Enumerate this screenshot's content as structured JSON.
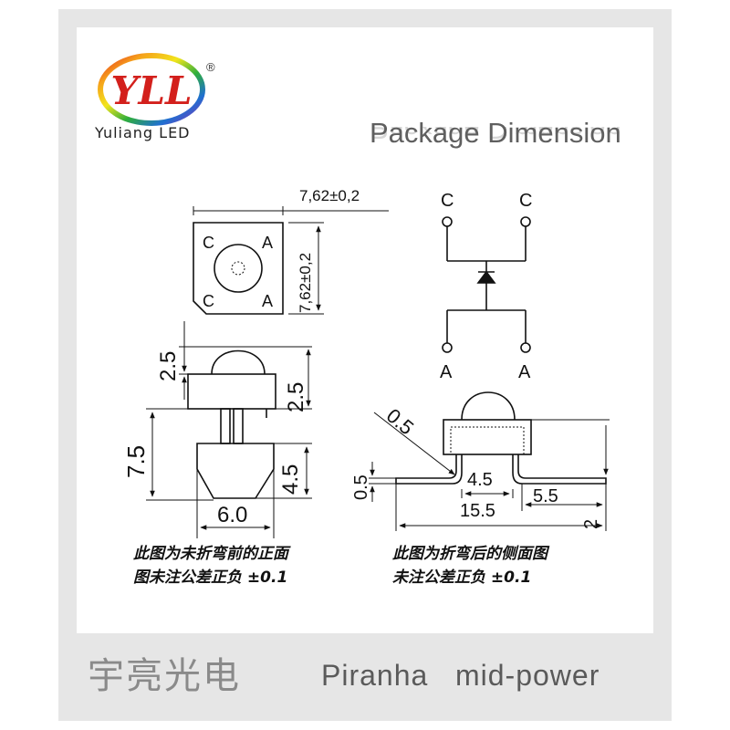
{
  "brand": {
    "logo_letters": "YLL",
    "registered_mark": "®",
    "name": "Yuliang LED",
    "colors": [
      "#e8241f",
      "#f5a21b",
      "#f2e51c",
      "#2fae3b",
      "#1f6fd1",
      "#8e2fb5"
    ]
  },
  "title": "Package Dimension",
  "front_view": {
    "dim_width": "7,62±0,2",
    "dim_height": "7,62±0,2",
    "pin_labels": [
      "C",
      "A",
      "C",
      "A"
    ],
    "dim_dome_height": "2.5",
    "dim_base_height": "2.5",
    "dim_overall": "7.5",
    "dim_leg": "4.5",
    "dim_leg_span": "6.0"
  },
  "schematic": {
    "top_labels": [
      "C",
      "C"
    ],
    "bottom_labels": [
      "A",
      "A"
    ]
  },
  "side_view": {
    "dim_angle": "0.5",
    "dim_thickness": "0.5",
    "dim_inner": "4.5",
    "dim_total": "15.5",
    "dim_foot": "5.5",
    "dim_right": "2"
  },
  "notes": {
    "left": [
      "此图为未折弯前的正面",
      "图未注公差正负 ±0.1"
    ],
    "right": [
      "此图为折弯后的侧面图",
      "未注公差正负 ±0.1"
    ]
  },
  "footer": {
    "chinese": "宇亮光电",
    "english": "Piranha   mid-power"
  }
}
